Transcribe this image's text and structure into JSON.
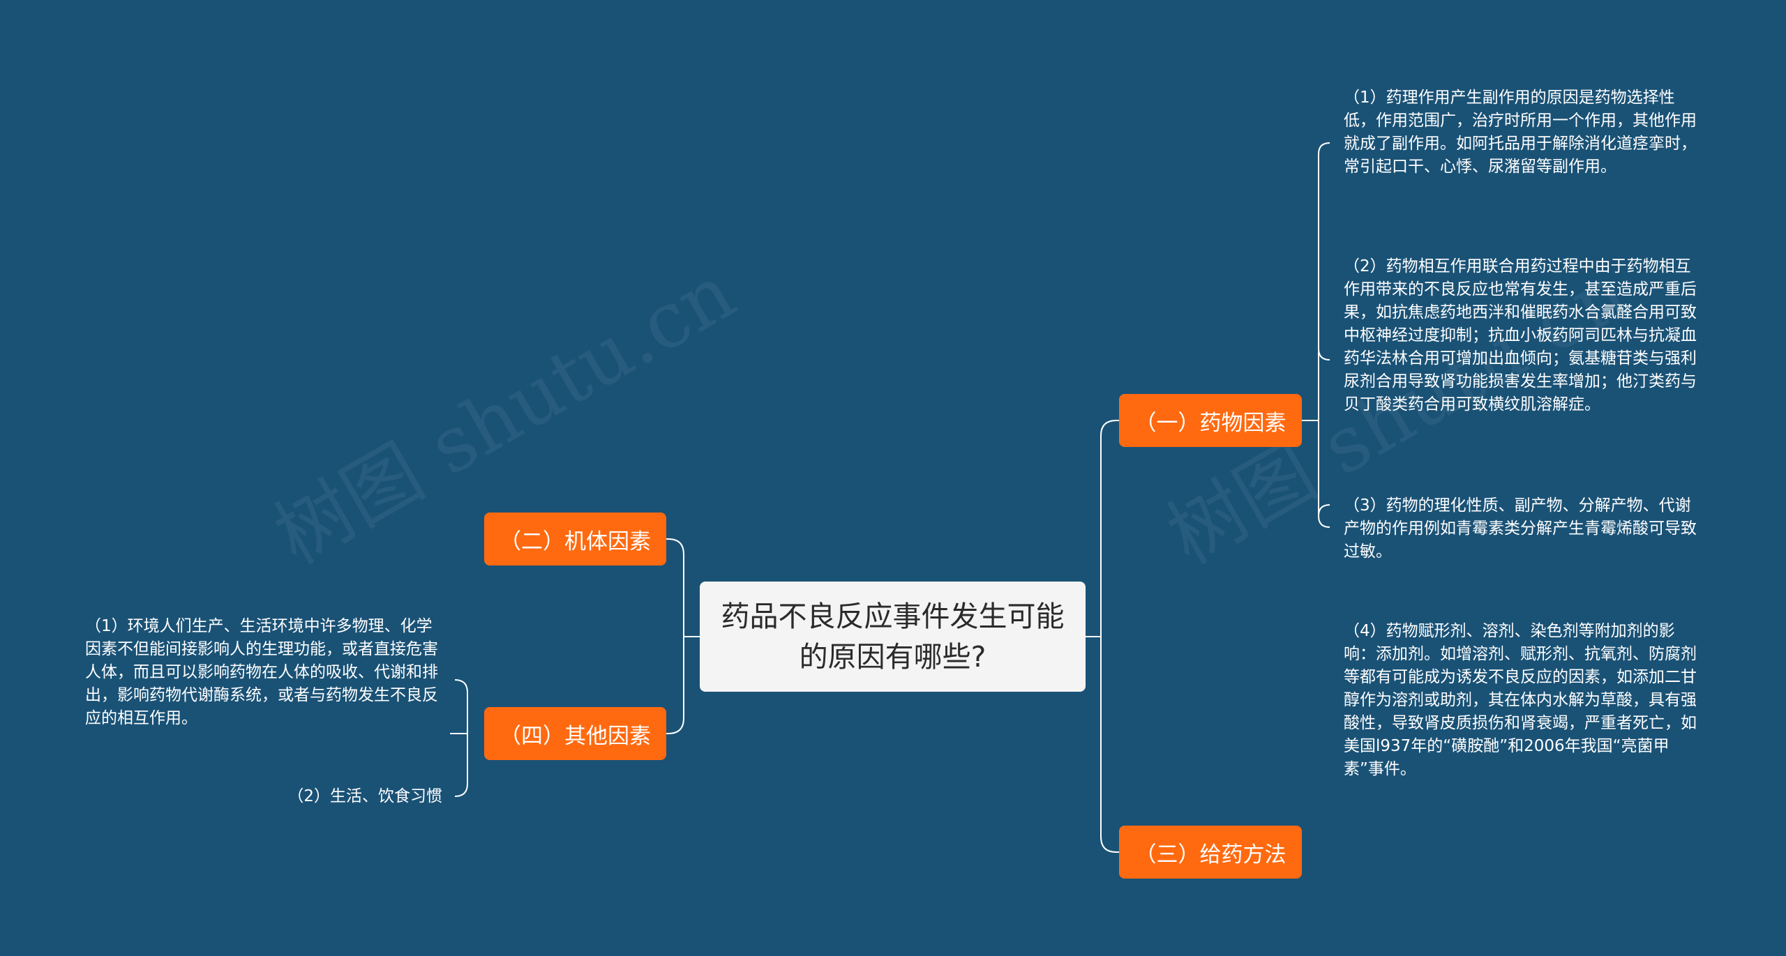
{
  "root": {
    "label": "药品不良反应事件发生可能的原因有哪些?"
  },
  "branches": {
    "drug_factors": "（一）药物因素",
    "body_factors": "（二）机体因素",
    "administration": "（三）给药方法",
    "other_factors": "（四）其他因素"
  },
  "drug_factor_items": [
    "（1）药理作用产生副作用的原因是药物选择性低，作用范围广，治疗时所用一个作用，其他作用就成了副作用。如阿托品用于解除消化道痉挛时，常引起口干、心悸、尿潴留等副作用。",
    "（2）药物相互作用联合用药过程中由于药物相互作用带来的不良反应也常有发生，甚至造成严重后果，如抗焦虑药地西泮和催眠药水合氯醛合用可致中枢神经过度抑制；抗血小板药阿司匹林与抗凝血药华法林合用可增加出血倾向；氨基糖苷类与强利尿剂合用导致肾功能损害发生率增加；他汀类药与贝丁酸类药合用可致横纹肌溶解症。",
    "（3）药物的理化性质、副产物、分解产物、代谢产物的作用例如青霉素类分解产生青霉烯酸可导致过敏。",
    "（4）药物赋形剂、溶剂、染色剂等附加剂的影响：添加剂。如增溶剂、赋形剂、抗氧剂、防腐剂等都有可能成为诱发不良反应的因素，如添加二甘醇作为溶剂或助剂，其在体内水解为草酸，具有强酸性，导致肾皮质损伤和肾衰竭，严重者死亡，如美国l937年的“磺胺酏”和2006年我国“亮菌甲素”事件。"
  ],
  "other_factor_items": [
    "（1）环境人们生产、生活环境中许多物理、化学因素不但能间接影响人的生理功能，或者直接危害人体，而且可以影响药物在人体的吸收、代谢和排出，影响药物代谢酶系统，或者与药物发生不良反应的相互作用。",
    "（2）生活、饮食习惯"
  ],
  "watermark": "树图 shutu.cn",
  "colors": {
    "background": "#1a5276",
    "branch": "#ff6a10",
    "root": "#f4f4f4",
    "connector": "#ffffff"
  }
}
